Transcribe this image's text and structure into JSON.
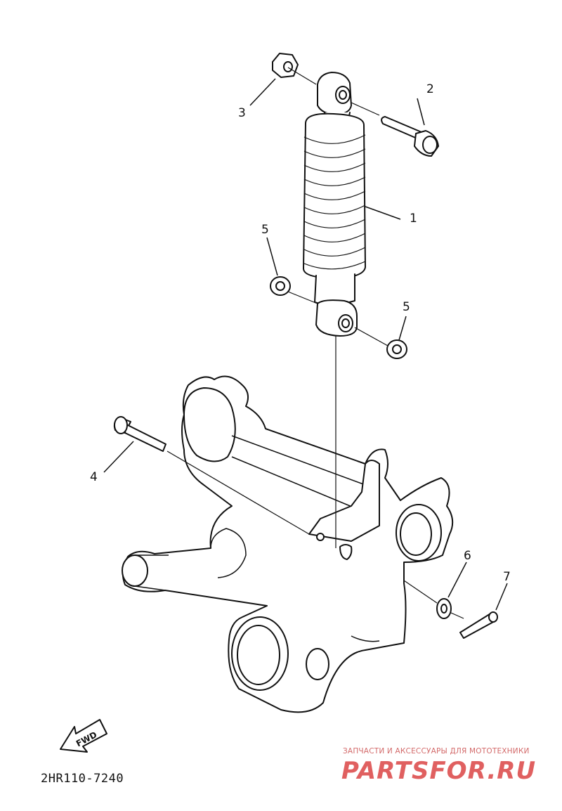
{
  "callouts": [
    {
      "id": "1",
      "label": "1"
    },
    {
      "id": "2",
      "label": "2"
    },
    {
      "id": "3",
      "label": "3"
    },
    {
      "id": "4",
      "label": "4"
    },
    {
      "id": "5a",
      "label": "5"
    },
    {
      "id": "5b",
      "label": "5"
    },
    {
      "id": "6",
      "label": "6"
    },
    {
      "id": "7",
      "label": "7"
    }
  ],
  "fwd_label": "FWD",
  "diagram_code": "2HR110-7240",
  "watermark": {
    "tagline": "ЗАПЧАСТИ И АКСЕССУАРЫ ДЛЯ МОТОТЕХНИКИ",
    "logo": "PARTSFOR.RU"
  },
  "colors": {
    "ink": "#111111",
    "watermark": "#e06060",
    "background": "#ffffff"
  }
}
